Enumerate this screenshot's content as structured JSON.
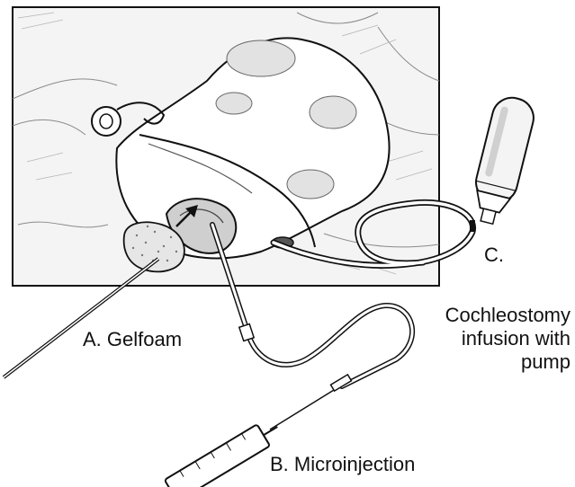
{
  "labels": {
    "a": "A. Gelfoam",
    "b": "B. Microinjection",
    "c": "C.",
    "pump": [
      "Cochleostomy",
      "infusion with",
      "pump"
    ]
  },
  "colors": {
    "ink": "#111111",
    "background": "#ffffff",
    "tissue": "#f2f2f2",
    "shade": "#d9d9d9",
    "gelfoam": "#e6e6e6"
  }
}
